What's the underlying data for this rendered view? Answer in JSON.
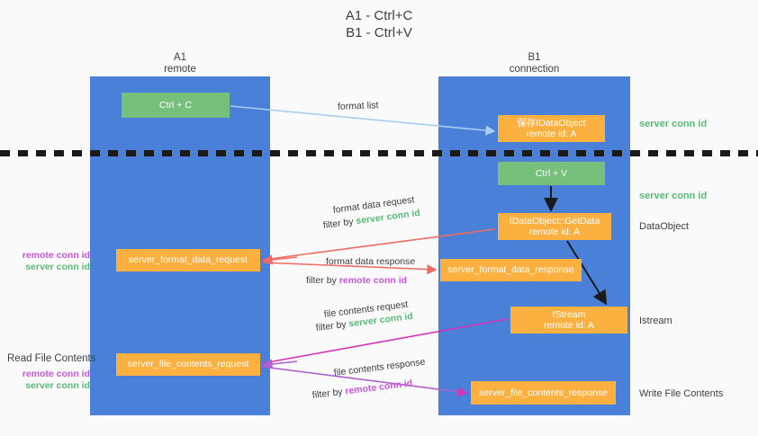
{
  "title": "A1 - Ctrl+C\nB1 - Ctrl+V",
  "columns": {
    "left": {
      "name": "A1",
      "role": "remote",
      "header": "A1\nremote"
    },
    "right": {
      "name": "B1",
      "role": "connection",
      "header": "B1\nconnection"
    }
  },
  "boxes": {
    "ctrl_c": "Ctrl + C",
    "ctrl_v": "Ctrl + V",
    "idataobject_copy": "保存IDataObject\nremote id: A",
    "getdata": "IDataObject::GetData\nremote id: A",
    "istream": "IStream\nremote id: A",
    "server_format_data_request": "server_format_data_request",
    "server_format_data_response": "server_format_data_response",
    "server_file_contents_request": "server_file_contents_request",
    "server_file_contents_response": "server_file_contents_response"
  },
  "side_labels": {
    "server_conn_id_top": "server conn id",
    "server_conn_id_mid": "server conn id",
    "dataobject": "DataObject",
    "istream": "Istream",
    "write_file_contents": "Write File Contents",
    "read_file_contents": "Read File Contents",
    "remote_conn_id": "remote conn id",
    "server_conn_id": "server conn id"
  },
  "arrow_labels": {
    "format_list": "format list",
    "format_data_request": "format data request",
    "format_data_request_filter_prefix": "filter by ",
    "format_data_request_filter_value": "server conn id",
    "format_data_response": "format data response",
    "format_data_response_filter_prefix": "filter by ",
    "format_data_response_filter_value": "remote conn id",
    "file_contents_request": "file contents request",
    "file_contents_request_filter_prefix": "filter by ",
    "file_contents_request_filter_value": "server conn id",
    "file_contents_response": "file contents response",
    "file_contents_response_filter_prefix": "filter by ",
    "file_contents_response_filter_value": "remote conn id"
  },
  "colors": {
    "panel_blue": "#4a80d8",
    "box_green": "#77c07b",
    "box_orange": "#fcb040",
    "server_conn_green": "#57bb76",
    "remote_conn_purple": "#c757d8",
    "arrow_light_blue": "#a7cdf0",
    "arrow_red": "#ef6b62",
    "arrow_magenta": "#d633b8",
    "arrow_purple": "#b05fd0",
    "arrow_black": "#1a1a1a",
    "divider_black": "#1a1a1a",
    "background": "#fafafa"
  }
}
